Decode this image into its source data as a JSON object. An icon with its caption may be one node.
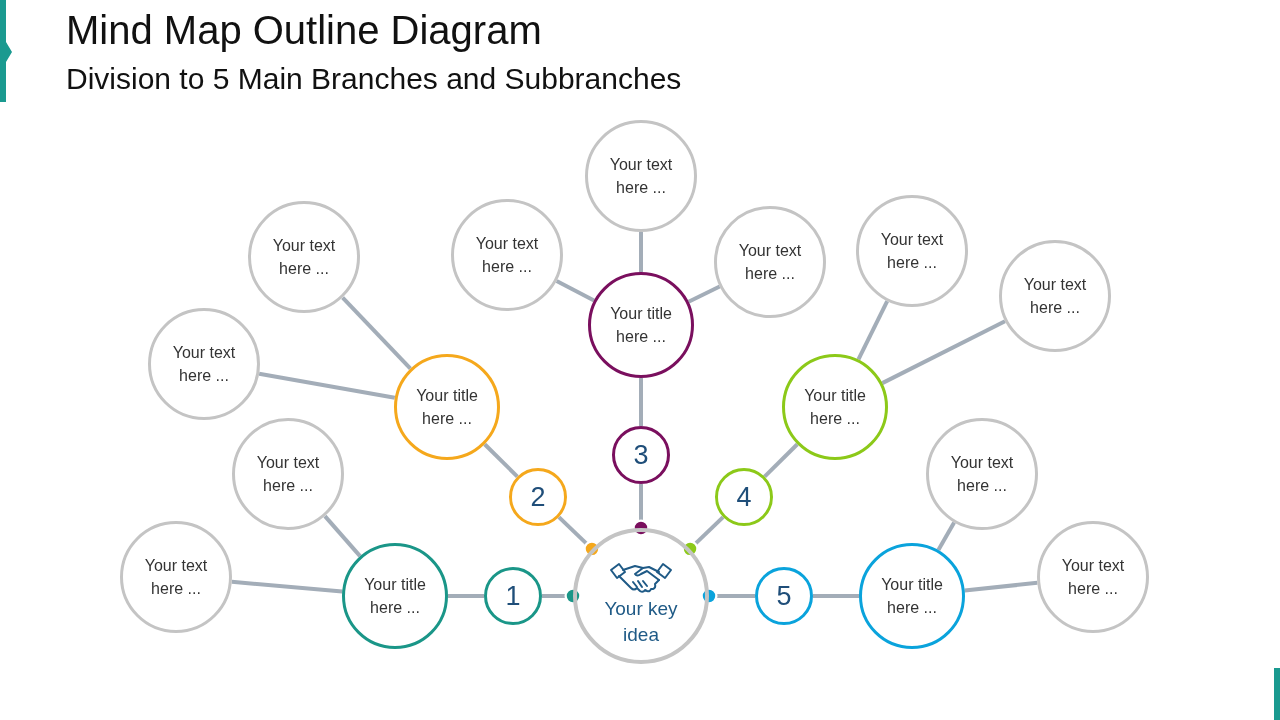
{
  "diagram": {
    "title": "Mind Map Outline Diagram",
    "nodes": [
      {
        "text": [
          "Your key idea"
        ]
      },
      {
        "text": [
          "1"
        ]
      },
      {
        "text": [
          "2"
        ]
      },
      {
        "text": [
          "3"
        ]
      },
      {
        "text": [
          "4"
        ]
      },
      {
        "text": [
          "5"
        ]
      },
      {
        "text": [
          "Your title here ..."
        ]
      },
      {
        "text": [
          "Your title here ..."
        ]
      },
      {
        "text": [
          "Your title here ..."
        ]
      },
      {
        "text": [
          "Your title here ..."
        ]
      },
      {
        "text": [
          "Your title here ..."
        ]
      },
      {
        "text": [
          "Your text here ..."
        ]
      },
      {
        "text": [
          "Your text here ..."
        ]
      },
      {
        "text": [
          "Your text here ..."
        ]
      },
      {
        "text": [
          "Your text here ..."
        ]
      },
      {
        "text": [
          "Your text here ..."
        ]
      },
      {
        "text": [
          "Your text here ..."
        ]
      },
      {
        "text": [
          "Your text here ..."
        ]
      },
      {
        "text": [
          "Your text here ..."
        ]
      },
      {
        "text": [
          "Your text here ..."
        ]
      },
      {
        "text": [
          "Your text here ..."
        ]
      },
      {
        "text": [
          "Your text here ..."
        ]
      }
    ],
    "edges": [
      {
        "from": 0,
        "to": 1,
        "arrow": "other"
      },
      {
        "from": 0,
        "to": 2,
        "arrow": "other"
      },
      {
        "from": 0,
        "to": 3,
        "arrow": "other"
      },
      {
        "from": 0,
        "to": 4,
        "arrow": "other"
      },
      {
        "from": 0,
        "to": 5,
        "arrow": "other"
      },
      {
        "from": 1,
        "to": 6,
        "arrow": "none"
      },
      {
        "from": 2,
        "to": 7,
        "arrow": "none"
      },
      {
        "from": 3,
        "to": 8,
        "arrow": "none"
      },
      {
        "from": 4,
        "to": 9,
        "arrow": "none"
      },
      {
        "from": 5,
        "to": 10,
        "arrow": "none"
      },
      {
        "from": 6,
        "to": 11,
        "arrow": "none"
      },
      {
        "from": 6,
        "to": 12,
        "arrow": "none"
      },
      {
        "from": 7,
        "to": 13,
        "arrow": "none"
      },
      {
        "from": 7,
        "to": 14,
        "arrow": "none"
      },
      {
        "from": 8,
        "to": 15,
        "arrow": "none"
      },
      {
        "from": 8,
        "to": 16,
        "arrow": "none"
      },
      {
        "from": 8,
        "to": 17,
        "arrow": "none"
      },
      {
        "from": 9,
        "to": 18,
        "arrow": "none"
      },
      {
        "from": 9,
        "to": 19,
        "arrow": "none"
      },
      {
        "from": 10,
        "to": 20,
        "arrow": "none"
      },
      {
        "from": 10,
        "to": 21,
        "arrow": "none"
      }
    ],
    "labels": [
      "Division to 5 Main Branches and Subbranches"
    ]
  }
}
